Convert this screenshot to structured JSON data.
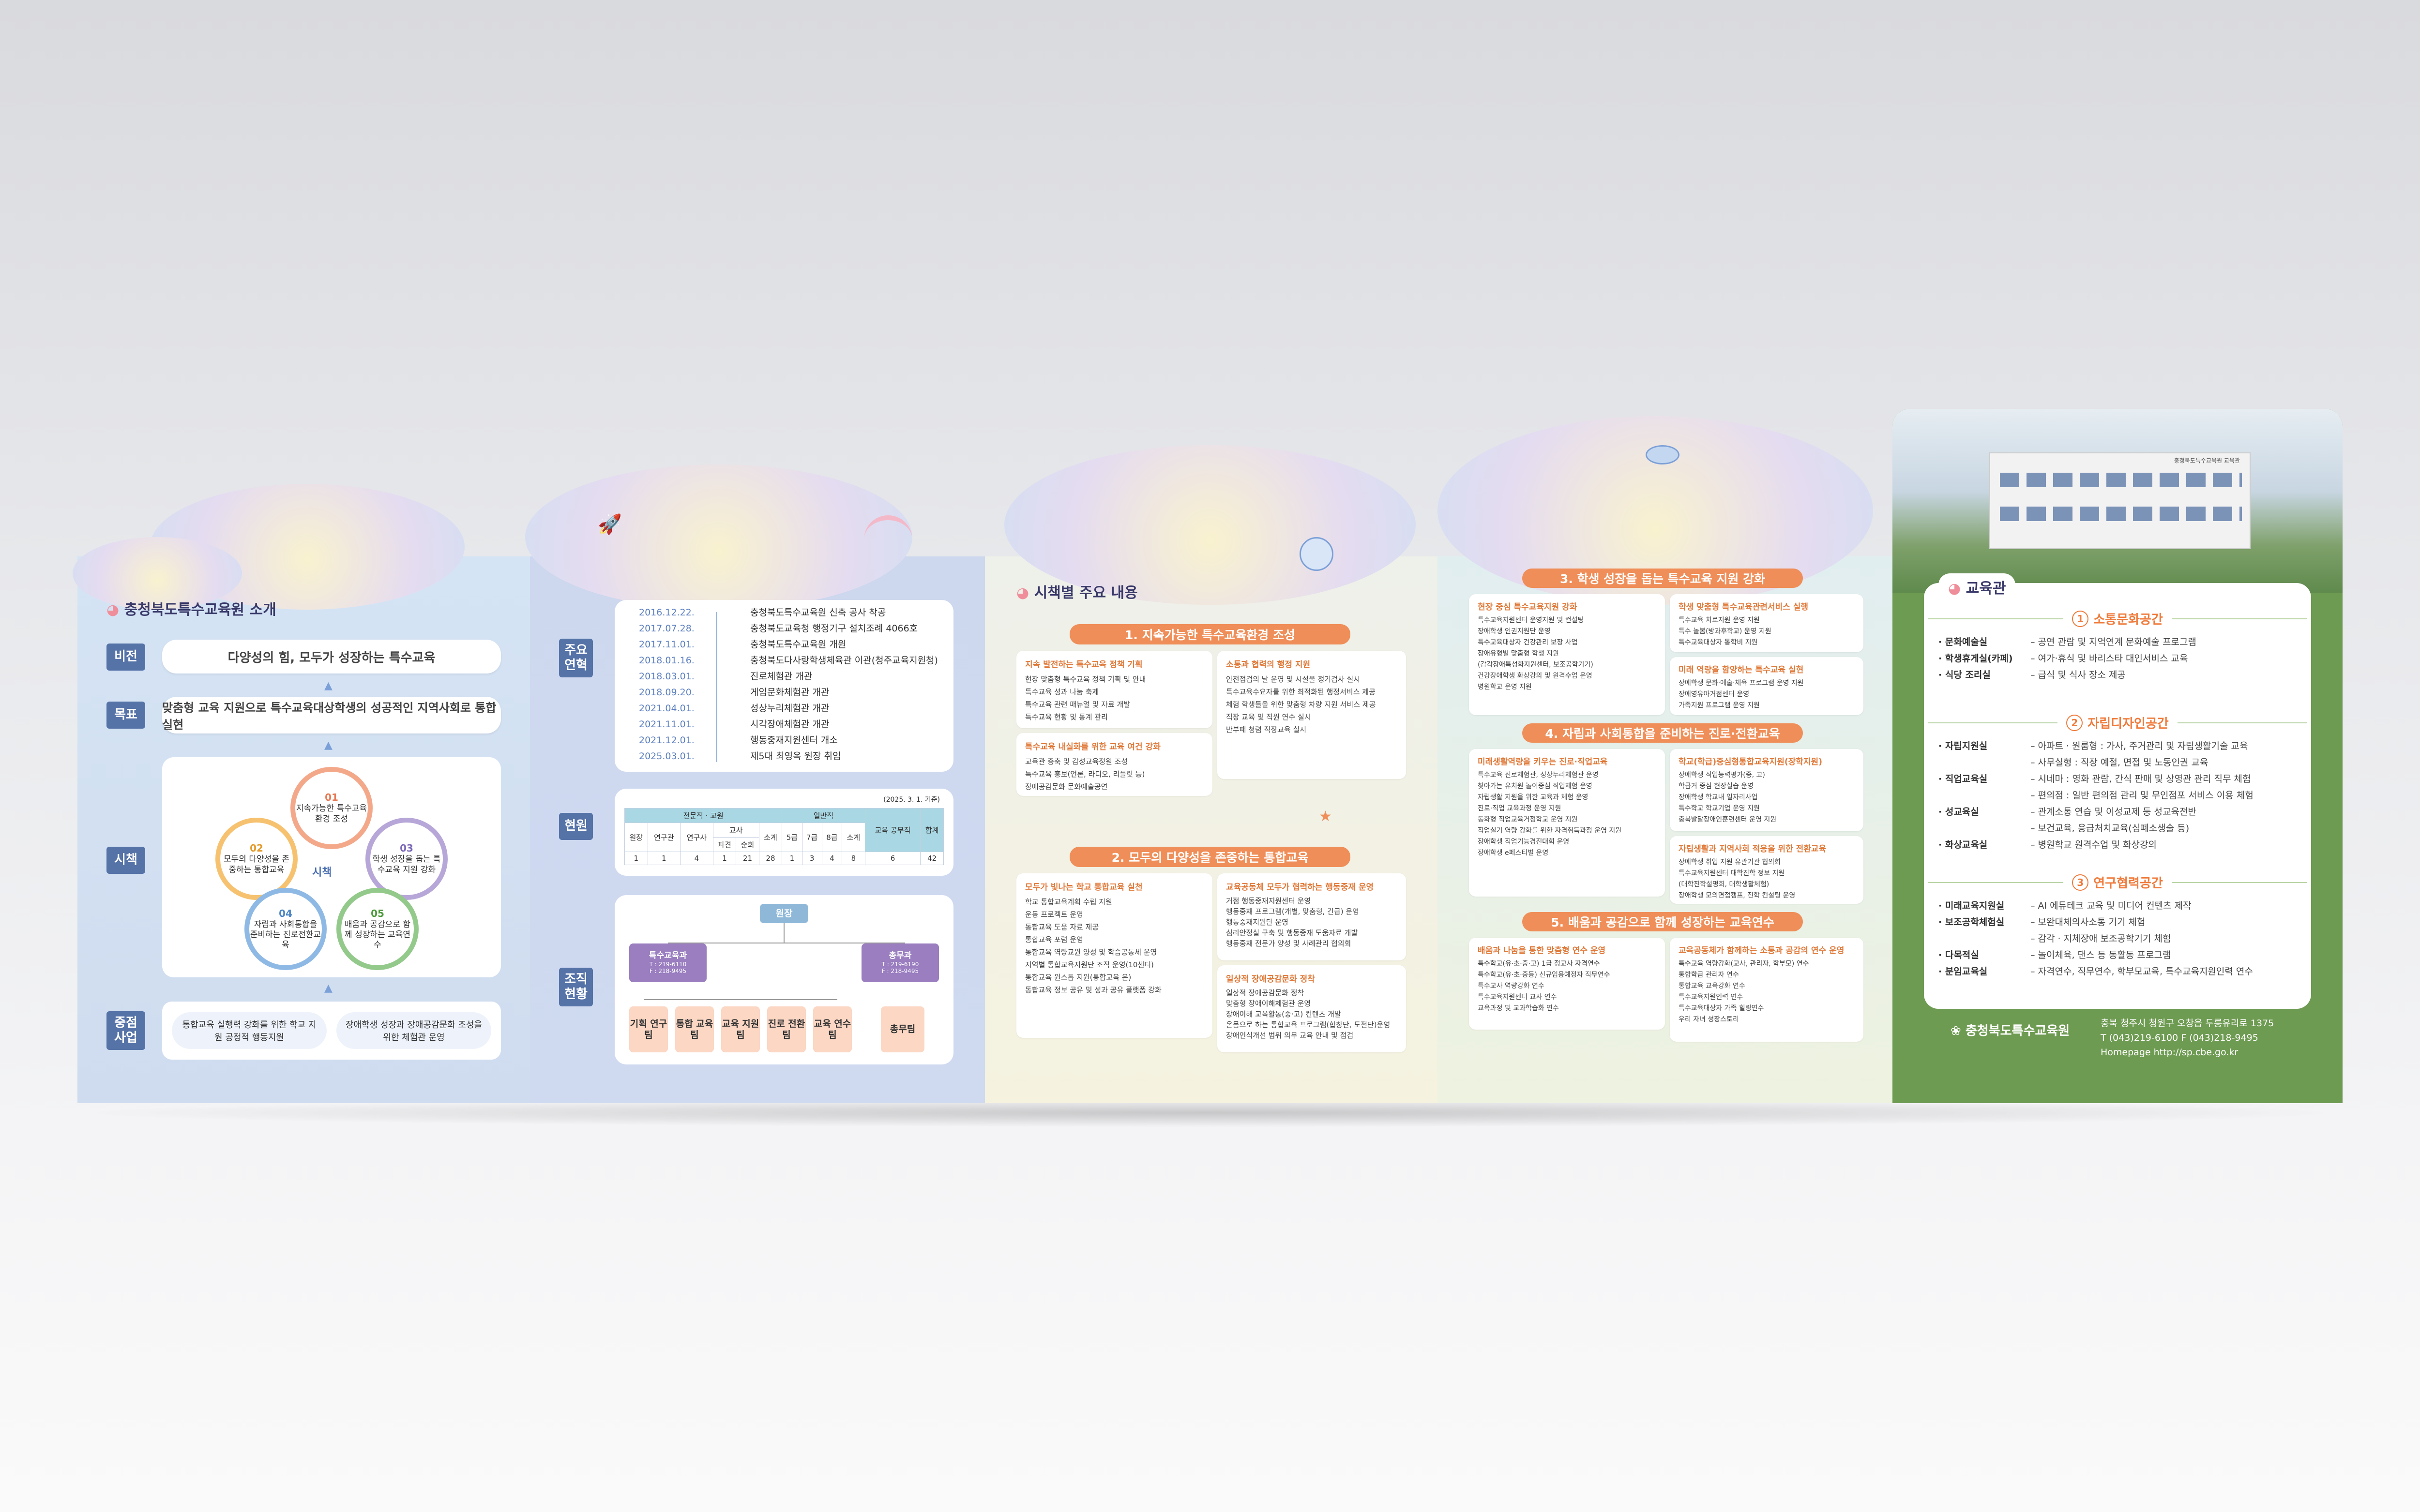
{
  "p1": {
    "title": "충청북도특수교육원 소개",
    "labels": {
      "vision": "비전",
      "goal": "목표",
      "policy": "시책",
      "focus": "중점 사업"
    },
    "vision": "다양성의 힘, 모두가 성장하는 특수교육",
    "goal": "맞춤형 교육 지원으로 특수교육대상학생의 성공적인 지역사회로 통합 실현",
    "center": "시책",
    "items": [
      {
        "no": "01",
        "text": "지속가능한 특수교육환경 조성"
      },
      {
        "no": "02",
        "text": "모두의 다양성을 존중하는 통합교육"
      },
      {
        "no": "03",
        "text": "학생 성장을 돕는 특수교육 지원 강화"
      },
      {
        "no": "04",
        "text": "자립과 사회통합을 준비하는 진로전환교육"
      },
      {
        "no": "05",
        "text": "배움과 공감으로 함께 성장하는 교육연수"
      }
    ],
    "focus": [
      "통합교육 실행력 강화를 위한 학교 지원 공정적 행동지원",
      "장애학생 성장과 장애공감문화 조성을 위한 체험관 운영"
    ]
  },
  "p2": {
    "labels": {
      "history": "주요 연혁",
      "status": "현원",
      "org": "조직 현황"
    },
    "history": [
      {
        "d": "2016.12.22.",
        "t": "충청북도특수교육원 신축 공사 착공"
      },
      {
        "d": "2017.07.28.",
        "t": "충청북도교육청 행정기구 설치조례 4066호"
      },
      {
        "d": "2017.11.01.",
        "t": "충청북도특수교육원 개원"
      },
      {
        "d": "2018.01.16.",
        "t": "충청북도다사랑학생체육관 이관(청주교육지원청)"
      },
      {
        "d": "2018.03.01.",
        "t": "진로체험관 개관"
      },
      {
        "d": "2018.09.20.",
        "t": "게임문화체험관 개관"
      },
      {
        "d": "2021.04.01.",
        "t": "성상누리체험관 개관"
      },
      {
        "d": "2021.11.01.",
        "t": "시각장애체험관 개관"
      },
      {
        "d": "2021.12.01.",
        "t": "행동중재지원센터 개소"
      },
      {
        "d": "2025.03.01.",
        "t": "제5대 최영옥 원장 취임"
      }
    ],
    "asof": "(2025. 3. 1. 기준)",
    "table": {
      "h1": [
        "전문직 · 교원",
        "일반직",
        "교육 공무직",
        "합계"
      ],
      "h2": [
        "원장",
        "연구관",
        "연구사",
        "교사",
        "소계",
        "5급",
        "7급",
        "8급",
        "소계"
      ],
      "h3": [
        "파견",
        "순회"
      ],
      "vals": [
        "1",
        "1",
        "4",
        "1",
        "21",
        "28",
        "1",
        "3",
        "4",
        "8",
        "6",
        "42"
      ]
    },
    "org": {
      "top": "원장",
      "left": {
        "name": "특수교육과",
        "t": "T : 219-6110",
        "f": "F : 218-9495"
      },
      "right": {
        "name": "총무과",
        "t": "T : 219-6190",
        "f": "F : 218-9495"
      },
      "subs": [
        "기획 연구팀",
        "통합 교육팀",
        "교육 지원팀",
        "진로 전환팀",
        "교육 연수팀",
        "총무팀"
      ]
    }
  },
  "p3": {
    "title": "시책별 주요 내용",
    "s1": "1. 지속가능한 특수교육환경 조성",
    "c1": {
      "h": "지속 발전하는 특수교육 정책 기획",
      "items": [
        "현장 맞춤형 특수교육 정책 기획 및 안내",
        "특수교육 성과 나눔 축제",
        "특수교육 관련 매뉴얼 및 자료 개발",
        "특수교육 현황 및 통계 관리"
      ]
    },
    "c2": {
      "h": "소통과 협력의 행정 지원",
      "items": [
        "안전점검의 날 운영 및 시설물 정기검사 실시",
        "특수교육수요자를 위한 최적화된 행정서비스 제공",
        "체험 학생들을 위한 맞춤형 차량 지원 서비스 제공",
        "직장 교육 및 직원 연수 실시",
        "반부패 청렴 직장교육 실시"
      ]
    },
    "c3": {
      "h": "특수교육 내실화를 위한 교육 여건 강화",
      "items": [
        "교육관 증축 및 감성교육정원 조성",
        "특수교육 홍보(언론, 라디오, 리플릿 등)",
        "장애공감문화 문화예술공연"
      ]
    },
    "s2": "2. 모두의 다양성을 존중하는 통합교육",
    "c4": {
      "h": "모두가 빛나는 학교 통합교육 실천",
      "items": [
        "학교 통합교육계획 수립 지원",
        "운동 프로젝트 운영",
        "통합교육 도움 자료 제공",
        "통합교육 포럼 운영",
        "통합교육 역량교원 양성 및 학습공동체 운영",
        "지역별 통합교육지원단 조직 운영(10센터)",
        "통합교육 원스톱 지원(통합교육 온)",
        "통합교육 정보 공유 및 성과 공유 플랫폼 강화"
      ]
    },
    "c5": {
      "h": "교육공동체 모두가 협력하는 행동중재 운영",
      "items": [
        "거점 행동중재지원센터 운영",
        "행동중재 프로그램(개별, 맞춤형, 긴급) 운영",
        "행동중재지원단 운영",
        "심리안정실 구축 및 행동중재 도움자료 개발",
        "행동중재 전문가 양성 및 사례관리 협의회"
      ]
    },
    "c6": {
      "h": "일상적 장애공감문화 정착",
      "items": [
        "일상적 장애공감문화 정착",
        "맞춤형 장애이해체험관 운영",
        "장애이해 교육활동(중·고) 컨텐츠 개발",
        "온몸으로 하는 통합교육 프로그램(합창단, 도전단)운영",
        "장애인식개선 범위 의무 교육 안내 및 점검"
      ]
    }
  },
  "p4": {
    "s3": "3. 학생 성장을 돕는 특수교육 지원 강화",
    "c1": {
      "h": "현장 중심 특수교육지원 강화",
      "items": [
        "특수교육지원센터 운영지원 및 컨설팅",
        "장애학생 인권지원단 운영",
        "특수교육대상자 건강관리 보장 사업",
        "장애유형별 맞춤형 학생 지원",
        "(감각장애특성화지원센터, 보조공학기기)",
        "건강장애학생 화상강의 및 원격수업 운영",
        "병원학교 운영 지원"
      ]
    },
    "c2": {
      "h": "학생 맞춤형 특수교육관련서비스 실행",
      "items": [
        "특수교육 치료지원 운영 지원",
        "특수 놀봄(방과후학교) 운영 지원",
        "특수교육대상자 통학비 지원"
      ]
    },
    "c3": {
      "h": "미래 역량을 함양하는 특수교육 실현",
      "items": [
        "장애학생 문화·예술·체육 프로그램 운영 지원",
        "장애영유아거점센터 운영",
        "가족지원 프로그램 운영 지원"
      ]
    },
    "s4": "4. 자립과 사회통합을 준비하는 진로·전환교육",
    "c4": {
      "h": "미래생활역량을 키우는 진로·직업교육",
      "items": [
        "특수교육 진로체험관, 성상누리체험관 운영",
        "찾아가는 유치원 놀이중심 직업체험 운영",
        "자립생활 지원을 위한 교육과 체험 운영",
        "진로·직업 교육과정 운영 지원",
        "동화형 직업교육거점학교 운영 지원",
        "직업실기 역량 강화를 위한 자격취득과정 운영 지원",
        "장애학생 직업기능경진대회 운영",
        "장애학생 e페스티벌 운영"
      ]
    },
    "c5": {
      "h": "학교(학급)중심형통합교육지원(장학지원)",
      "items": [
        "장애학생 직업능력평가(중, 고)",
        "학급거 중심 현장실습 운영",
        "장애학생 학교내 일자리사업",
        "특수학교 학교기업 운영 지원",
        "충북발달장애인훈련센터 운영 지원"
      ]
    },
    "c6": {
      "h": "자립생활과 지역사회 적응을 위한 전환교육",
      "items": [
        "장애학생 취업 지원 유관기관 협의회",
        "특수교육지원센터 대학진학 정보 지원",
        "(대학진학설명회, 대학생활체험)",
        "장애학생 모의면접캠프, 진학 컨설팅 운영"
      ]
    },
    "s5": "5. 배움과 공감으로 함께 성장하는 교육연수",
    "c7": {
      "h": "배움과 나눔을 통한 맞춤형 연수 운영",
      "items": [
        "특수학교(유·초·중·고) 1급 정교사 자격연수",
        "특수학교(유·초·중등) 신규임용예정자 직무연수",
        "특수교사 역량강화 연수",
        "특수교육지원센터 교사 연수",
        "교육과정 및 교과학습화 연수"
      ]
    },
    "c8": {
      "h": "교육공동체가 함께하는 소통과 공감의 연수 운영",
      "items": [
        "특수교육 역량강화(교사, 관리자, 학부모) 연수",
        "통합학급 관리자 연수",
        "통합교육 교육강화 연수",
        "특수교육지원인력 연수",
        "특수교육대상자 가족 힐링연수",
        "우리 자녀 성장스토리"
      ]
    }
  },
  "p5": {
    "title": "교육관",
    "building_sign": "충청북도특수교육원 교육관",
    "sec1": {
      "no": "1",
      "name": "소통문화공간"
    },
    "sec2": {
      "no": "2",
      "name": "자립디자인공간"
    },
    "sec3": {
      "no": "3",
      "name": "연구협력공간"
    },
    "rows1": [
      {
        "k": "· 문화예술실",
        "v": "– 공연 관람 및 지역연계 문화예술 프로그램"
      },
      {
        "k": "· 학생휴게실(카페)",
        "v": "– 여가·휴식 및 바리스타 대인서비스 교육"
      },
      {
        "k": "· 식당 조리실",
        "v": "– 급식 및 식사 장소 제공"
      }
    ],
    "rows2": [
      {
        "k": "· 자립지원실",
        "v": "– 아파트 · 원룸형 : 가사, 주거관리 및 자립생활기술 교육"
      },
      {
        "k": "",
        "v": "– 사무실형 : 직장 예절, 면접 및 노동인권 교육"
      },
      {
        "k": "· 직업교육실",
        "v": "– 시네마 : 영화 관람, 간식 판매 및 상영관 관리 직무 체험"
      },
      {
        "k": "",
        "v": "– 편의점 : 일반 편의점 관리 및 무인점포 서비스 이용 체험"
      },
      {
        "k": "· 성교육실",
        "v": "– 관계소통 연습 및 이성교제 등 성교육전반"
      },
      {
        "k": "",
        "v": "– 보건교육, 응급처치교육(심폐소생술 등)"
      },
      {
        "k": "· 화상교육실",
        "v": "– 병원학교 원격수업 및 화상강의"
      }
    ],
    "rows3": [
      {
        "k": "· 미래교육지원실",
        "v": "– AI 에듀테크 교육 및 미디어 컨텐츠 제작"
      },
      {
        "k": "· 보조공학체험실",
        "v": "– 보완대체의사소통 기기 체험"
      },
      {
        "k": "",
        "v": "– 감각 · 지체장애 보조공학기기 체험"
      },
      {
        "k": "· 다목적실",
        "v": "– 놀이체육, 댄스 등 동활동 프로그램"
      },
      {
        "k": "· 분임교육실",
        "v": "– 자격연수, 직무연수, 학부모교육, 특수교육지원인력 연수"
      }
    ],
    "org_name": "충청북도특수교육원",
    "address": "충북 청주시 청원구 오창읍 두릉유리로 1375",
    "phone": "T (043)219-6100   F (043)218-9495",
    "homepage": "Homepage http://sp.cbe.go.kr"
  }
}
